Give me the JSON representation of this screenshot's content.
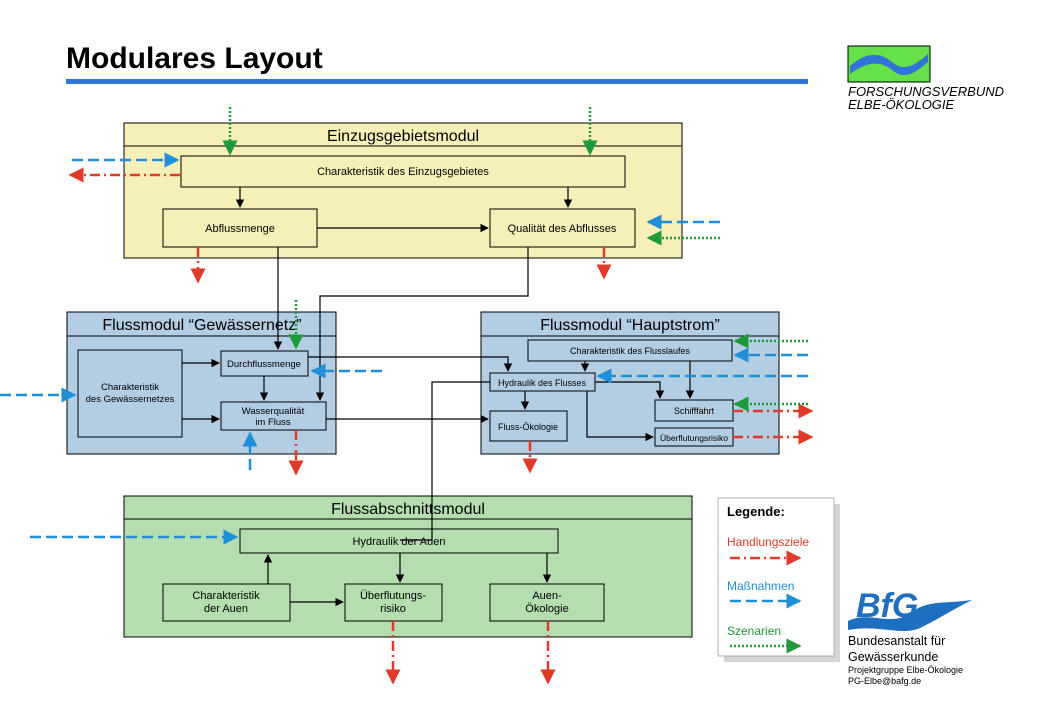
{
  "title": "Modulares Layout",
  "colors": {
    "accent_blue": "#2f74d6",
    "module_yellow": "#f6efb7",
    "module_blue": "#b3cde2",
    "module_green": "#b5ddb0",
    "red": "#e03a2a",
    "blue": "#1f8fd8",
    "green": "#1e9a3a"
  },
  "modules": {
    "einzugsgebiet": "Einzugsgebietsmodul",
    "gewaessernetz": "Flussmodul “Gewässernetz”",
    "hauptstrom": "Flussmodul “Hauptstrom”",
    "flussabschnitt": "Flussabschnittsmodul"
  },
  "boxes": {
    "char_einzugsgebiet": "Charakteristik des Einzugsgebietes",
    "abflussmenge": "Abflussmenge",
    "qualitaet_abfluss": "Qualität des Abflusses",
    "char_gewaessernetz": [
      "Charakteristik",
      "des Gewässernetzes"
    ],
    "durchflussmenge": "Durchflussmenge",
    "wasserqualitaet": [
      "Wasserqualität",
      "im Fluss"
    ],
    "char_flusslauf": "Charakteristik des Flusslaufes",
    "hydraulik_fluss": "Hydraulik des Flusses",
    "schifffahrt": "Schifffahrt",
    "fluss_oekologie": "Fluss-Ökologie",
    "ueberflutungsrisiko_h": "Überflutungsrisiko",
    "hydraulik_auen": "Hydraulik der Auen",
    "char_auen": [
      "Charakteristik",
      "der Auen"
    ],
    "ueberflutungs_risiko": [
      "Überflutungs-",
      "risiko"
    ],
    "auen_oekologie": [
      "Auen-",
      "Ökologie"
    ]
  },
  "legend": {
    "title": "Legende:",
    "handlungsziele": "Handlungsziele",
    "massnahmen": "Maßnahmen",
    "szenarien": "Szenarien"
  },
  "logos": {
    "forschung_line1": "FORSCHUNGSVERBUND",
    "forschung_line2": "ELBE-ÖKOLOGIE",
    "bfg_mark": "BfG"
  },
  "bfg": {
    "line1": "Bundesanstalt für",
    "line2": "Gewässerkunde",
    "line3": "Projektgruppe Elbe-Ökologie",
    "line4": "PG-Elbe@bafg.de"
  }
}
